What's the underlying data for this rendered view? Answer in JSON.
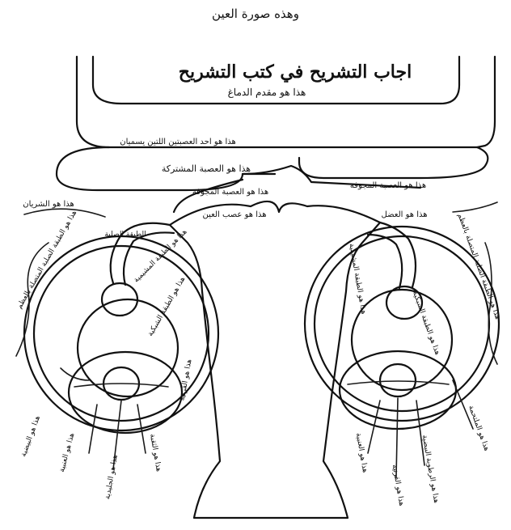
{
  "header": {
    "caption": "وهذه صورة العين",
    "title": "اجاب التشريح في كتب التشريح",
    "subtitle": "هذا هو مقدم الدماغ"
  },
  "labels": {
    "optic_nerve_right": "هذا هو احد العصبتين اللتين يسميان",
    "chiasm": "هذا هو العصبة المشتركة",
    "hollow_nerve": "هذا هو العصبة المجوفة",
    "eye_nerve": "هذا هو عصب العين",
    "upper_left_1": "هذا هو الشريان",
    "upper_left_2": "الطبقة الصلبة",
    "left_outer": "هذا هو الطبقة الصلبة المتصلة بالعظم",
    "left_mid": "هذا هو الطبقة المشيمية",
    "left_inner": "هذا هو الطبقة الشبكية",
    "left_cornea": "هذا هو القرنية",
    "left_bottom_1": "هذا هو البيضية",
    "left_bottom_2": "هذا هو العنبية",
    "left_bottom_3": "هذا هو الجليدية",
    "left_bottom_4": "هذا هو الثقبة",
    "right_outer": "هذا هو الطبقة الصلبة المتصلة بالعظم",
    "right_mid": "هذا هو الطبقة المشيمية",
    "right_inner": "هذا هو الطبقة الشبكية",
    "right_bottom_1": "هذا هو العنبية",
    "right_bottom_2": "هذا هو القرنية",
    "right_bottom_3": "هذا هو الرطوبة البيضية",
    "right_bottom_4": "هذا هو الملتحمة",
    "right_upper_1": "هذا هو العصبة المجوفة",
    "right_upper_2": "هذا هو العضل"
  },
  "colors": {
    "ink": "#111111",
    "paper": "#ffffff"
  }
}
